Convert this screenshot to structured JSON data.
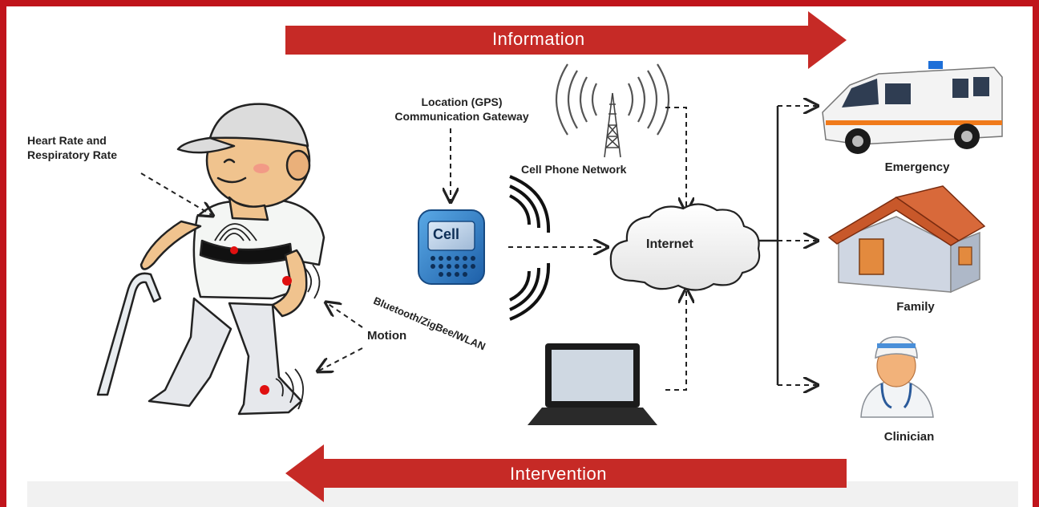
{
  "top_arrow": {
    "label": "Information",
    "color": "#c62a26"
  },
  "bottom_arrow": {
    "label": "Intervention",
    "color": "#c62a26"
  },
  "labels": {
    "heart_rate": "Heart Rate and\nRespiratory Rate",
    "gps": "Location (GPS)\nCommunication Gateway",
    "cell_network": "Cell Phone Network",
    "phone_screen": "Cell",
    "wireless": "Bluetooth/ZigBee/WLAN",
    "motion": "Motion",
    "internet": "Internet",
    "emergency": "Emergency",
    "family": "Family",
    "clinician": "Clinician"
  },
  "sensor_color": "#e01010",
  "border_color": "#c0141b"
}
